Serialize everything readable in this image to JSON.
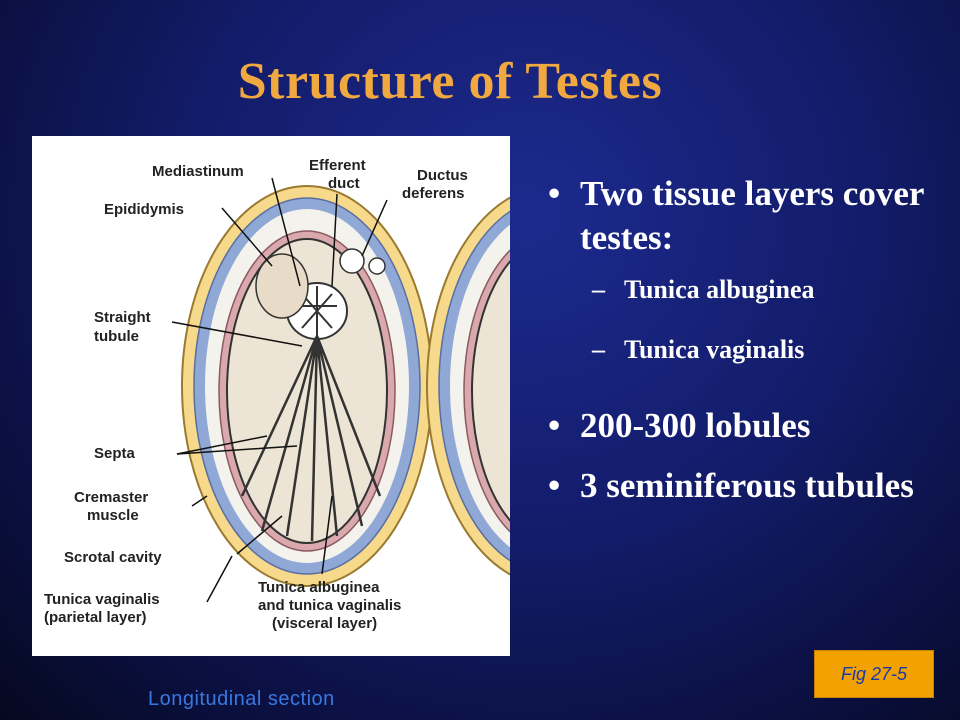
{
  "slide": {
    "title": "Structure of Testes",
    "bullets": [
      {
        "text": "Two tissue layers cover testes:",
        "subitems": [
          "Tunica albuginea",
          "Tunica vaginalis"
        ]
      },
      {
        "text": "200-300 lobules"
      },
      {
        "text": "3 seminiferous tubules"
      }
    ],
    "bullet_glyph": "•",
    "dash_glyph": "–",
    "caption": "Longitudinal section",
    "figure_ref": "Fig 27-5"
  },
  "figure": {
    "labels": {
      "mediastinum": "Mediastinum",
      "efferent_1": "Efferent",
      "efferent_2": "duct",
      "ductus_1": "Ductus",
      "ductus_2": "deferens",
      "epididymis": "Epididymis",
      "straight_1": "Straight",
      "straight_2": "tubule",
      "septa": "Septa",
      "cremaster_1": "Cremaster",
      "cremaster_2": "muscle",
      "scrotal": "Scrotal cavity",
      "tv_parietal_1": "Tunica vaginalis",
      "tv_parietal_2": "(parietal layer)",
      "ta_1": "Tunica albuginea",
      "ta_2": "and tunica vaginalis",
      "ta_3": "(visceral layer)"
    }
  },
  "colors": {
    "title": "#f0a840",
    "caption": "#3a78e0",
    "figref_bg": "#f2a200",
    "figref_text": "#1a3aa8"
  }
}
